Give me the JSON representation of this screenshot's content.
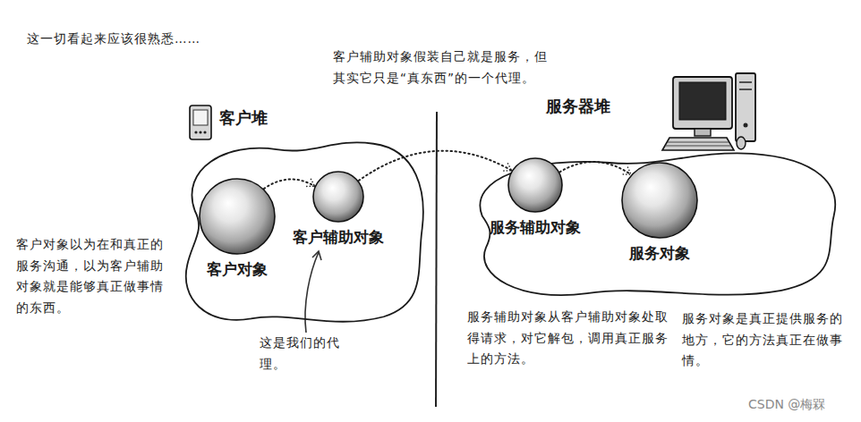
{
  "diagram": {
    "nodes": [
      {
        "text": [
          "客户堆"
        ]
      },
      {
        "text": [
          "客户对象"
        ],
        "in": 0
      },
      {
        "text": [
          "客户辅助对象"
        ],
        "in": 0
      },
      {
        "text": [
          "服务器堆"
        ]
      },
      {
        "text": [
          "服务辅助对象"
        ],
        "in": 3
      },
      {
        "text": [
          "服务对象"
        ],
        "in": 3
      }
    ],
    "edges": [
      {
        "from": 1,
        "to": 2,
        "arrow": "to"
      },
      {
        "from": 2,
        "to": 4,
        "arrow": "to"
      },
      {
        "from": 4,
        "to": 5,
        "arrow": "to"
      }
    ],
    "labels": [
      "这一切看起来应该很熟悉……",
      "客户辅助对象假装自己就是服务，但其实它只是“真东西”的一个代理。",
      "客户对象以为在和真正的服务沟通，以为客户辅助对象就是能够真正做事情的东西。",
      "这是我们的代理。",
      "服务辅助对象从客户辅助对象处取得请求，对它解包，调用真正服务上的方法。",
      "服务对象是真正提供服务的地方，它的方法真正在做事情。",
      "CSDN @梅槑"
    ]
  }
}
